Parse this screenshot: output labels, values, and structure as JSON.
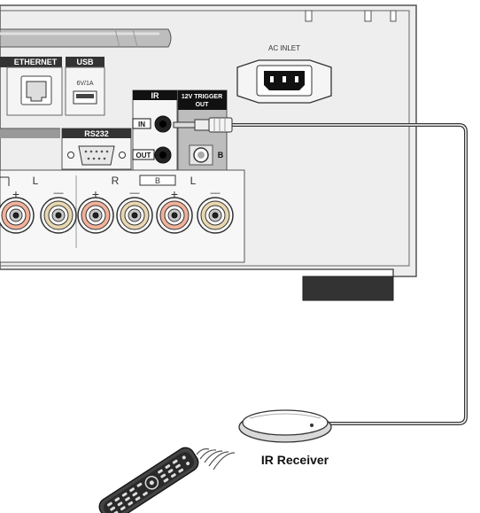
{
  "labels": {
    "ethernet": "ETHERNET",
    "usb": "USB",
    "usb_rating": "6V/1A",
    "ir": "IR",
    "ir_in": "IN",
    "ir_out": "OUT",
    "trigger": "12V TRIGGER",
    "trigger_out": "OUT",
    "trigger_b": "B",
    "rs232": "RS232",
    "ac_inlet": "AC INLET",
    "speaker_r": "R",
    "speaker_b": "B",
    "speaker_l_left": "L",
    "speaker_l_right": "L",
    "plus": "+",
    "minus": "—",
    "ir_receiver": "IR Receiver"
  },
  "colors": {
    "panel": "#ececec",
    "outline": "#555555",
    "dark": "#111111",
    "terminal_ring": "#f2b19a",
    "terminal_ring_alt": "#e9d7b0",
    "cable": "#333333"
  },
  "icons": {
    "antenna": "antenna-icon",
    "ethernet_port": "ethernet-port-icon",
    "usb_port": "usb-port-icon",
    "rs232_port": "rs232-port-icon",
    "ac_socket": "ac-socket-icon",
    "remote": "remote-control-icon",
    "receiver": "ir-receiver-icon"
  }
}
